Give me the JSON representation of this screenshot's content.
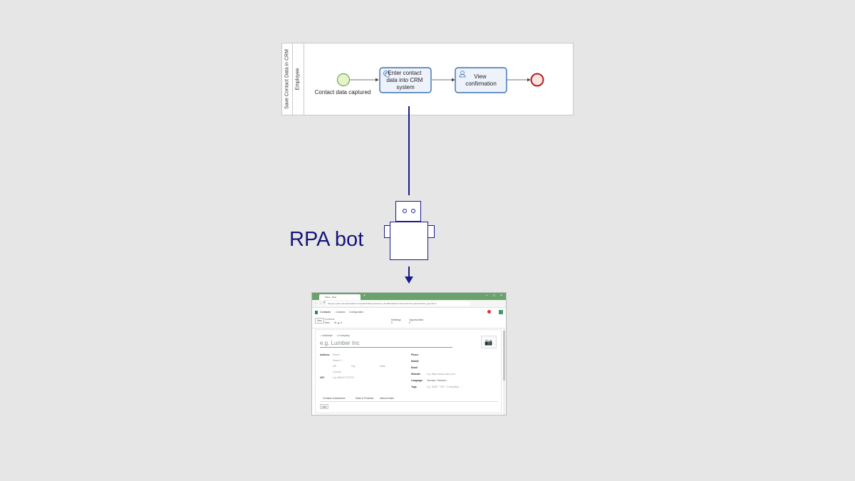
{
  "bpmn": {
    "pool_label": "Save Contact Data in CRM",
    "lane_label": "Employee",
    "start_event_label": "Contact data captured",
    "task1_lines": [
      "Enter contact",
      "data into CRM",
      "system"
    ],
    "task2_lines": [
      "View",
      "confirmation"
    ]
  },
  "rpa_label": "RPA bot",
  "browser": {
    "tab_title": "Odoo - New",
    "url": "eheeyer-odoo.com/odoo/action-contacts?debug=1&menu_id=1#id=&action=1&model=res.partner&view_type=form",
    "app_name": "Contacts",
    "menu": [
      "Contacts",
      "Configuration"
    ],
    "new_button": "New",
    "breadcrumb": "Contacts",
    "breadcrumb_sub": "New",
    "smart_buttons": [
      "Meetings",
      "Opportunities"
    ],
    "smart_counts": [
      "0",
      "0"
    ],
    "radio_individual": "Individual",
    "radio_company": "Company",
    "company_placeholder": "e.g. Lumber Inc",
    "left_fields": {
      "address_label": "Address",
      "street": "Street...",
      "street2": "Street 2...",
      "zip": "ZIP",
      "city": "City",
      "state": "State",
      "country": "Country",
      "vat_label": "VAT",
      "vat_placeholder": "e.g. BE0477472701"
    },
    "right_fields": {
      "phone": "Phone",
      "mobile": "Mobile",
      "email": "Email",
      "website": "Website",
      "website_placeholder": "e.g. https://www.odoo.com",
      "language": "Language",
      "language_value": "German / Deutsch",
      "tags": "Tags",
      "tags_placeholder": "e.g. \"B2B\", \"VIP\", \"Consulting\", ..."
    },
    "form_tabs": [
      "Contacts & Addresses",
      "Sales & Purchase",
      "Internal Notes"
    ],
    "add_button": "Add"
  }
}
